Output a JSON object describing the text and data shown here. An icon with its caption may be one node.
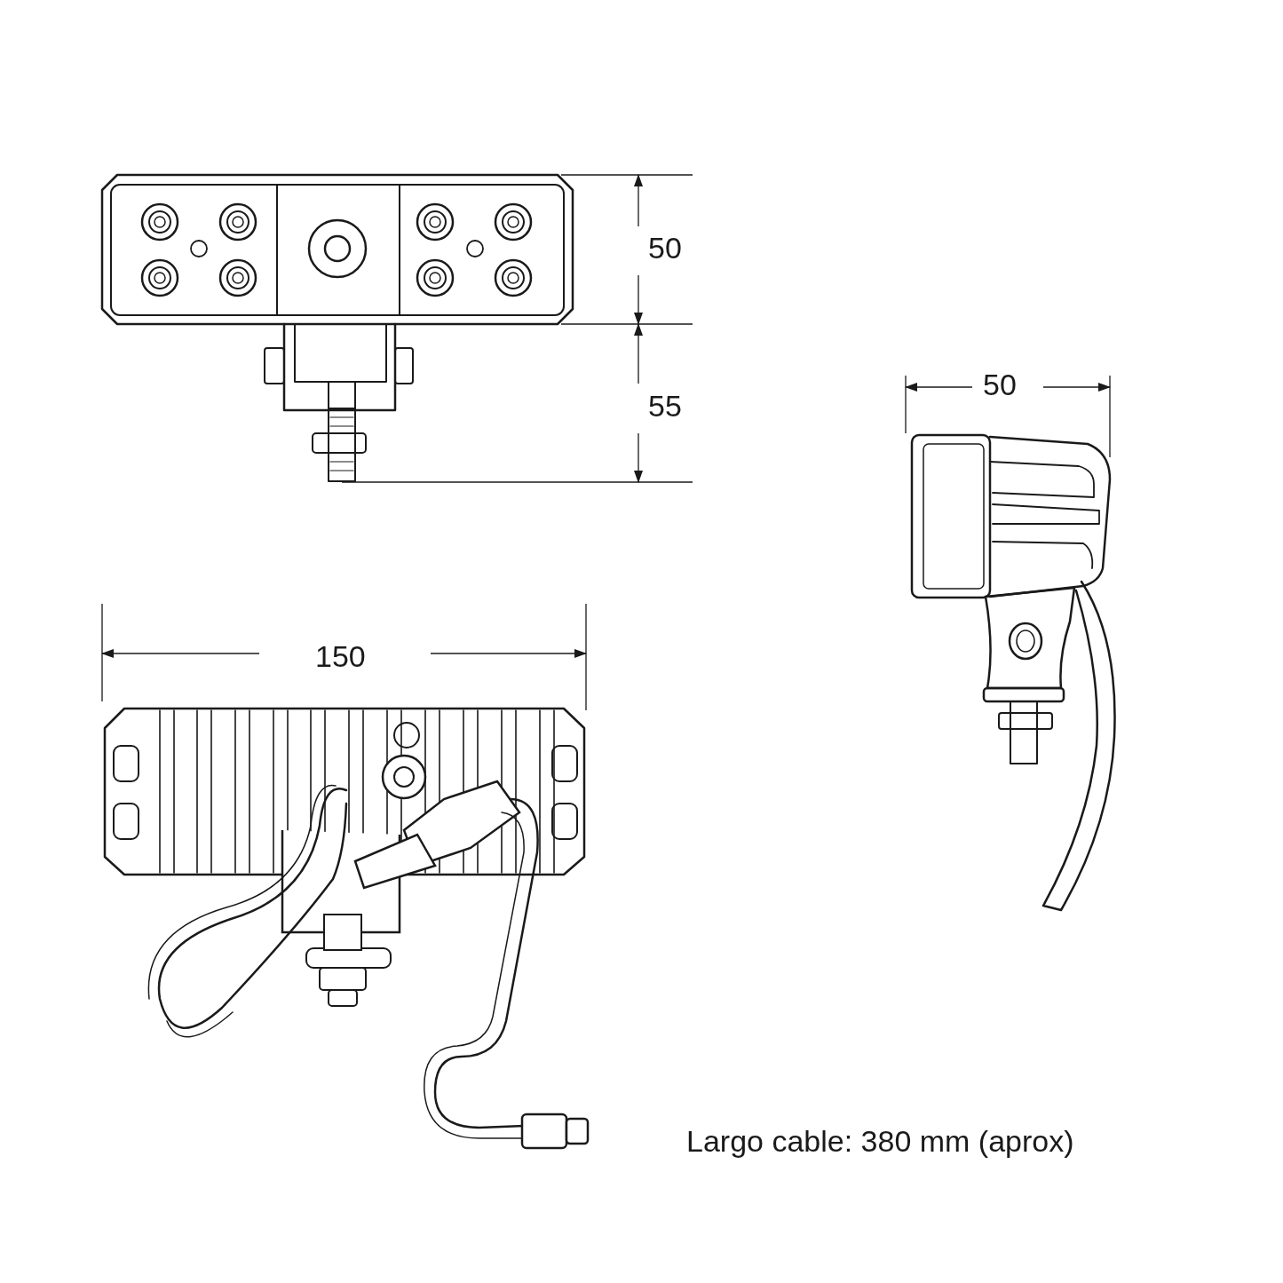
{
  "diagram": {
    "labels": [
      "50",
      "55",
      "50",
      "150",
      "Largo cable: 380 mm (aprox)"
    ]
  }
}
